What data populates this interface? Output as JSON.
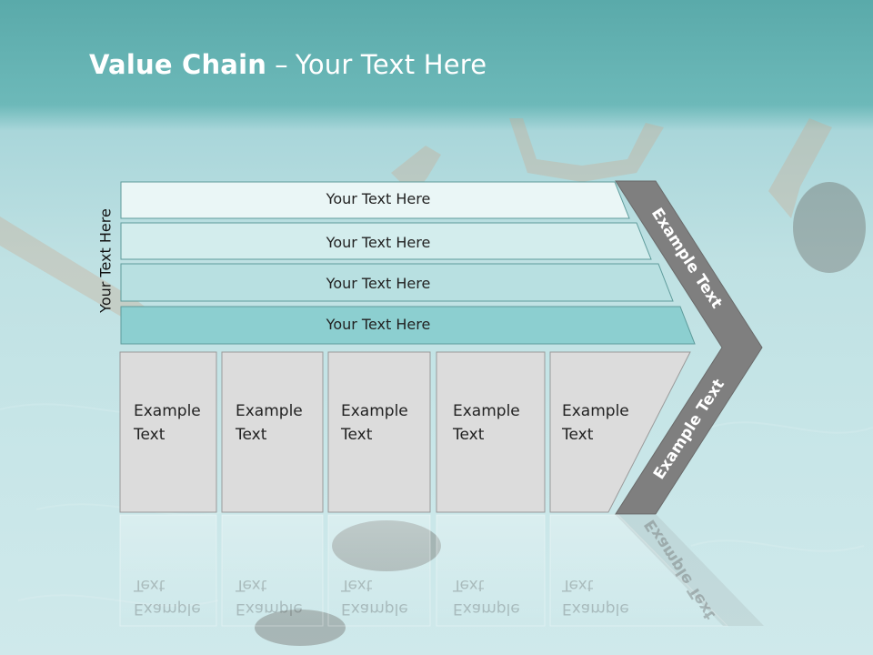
{
  "title": {
    "bold": "Value Chain",
    "separator": "–",
    "rest": "Your Text Here"
  },
  "side_label": "Your Text Here",
  "bands": [
    "Your Text Here",
    "Your Text Here",
    "Your Text Here",
    "Your Text Here"
  ],
  "boxes": [
    {
      "line1": "Example",
      "line2": "Text"
    },
    {
      "line1": "Example",
      "line2": "Text"
    },
    {
      "line1": "Example",
      "line2": "Text"
    },
    {
      "line1": "Example",
      "line2": "Text"
    },
    {
      "line1": "Example",
      "line2": "Text"
    }
  ],
  "arrow": {
    "upper": "Example Text",
    "lower": "Example Text"
  },
  "colors": {
    "header": "#5aaaaa",
    "band_fills": [
      "#eaf6f6",
      "#d3eded",
      "#b8e0e1",
      "#8ccfd0"
    ],
    "box_fill": "#dcdcdc",
    "arrow_fill": "#7f7f7f"
  }
}
